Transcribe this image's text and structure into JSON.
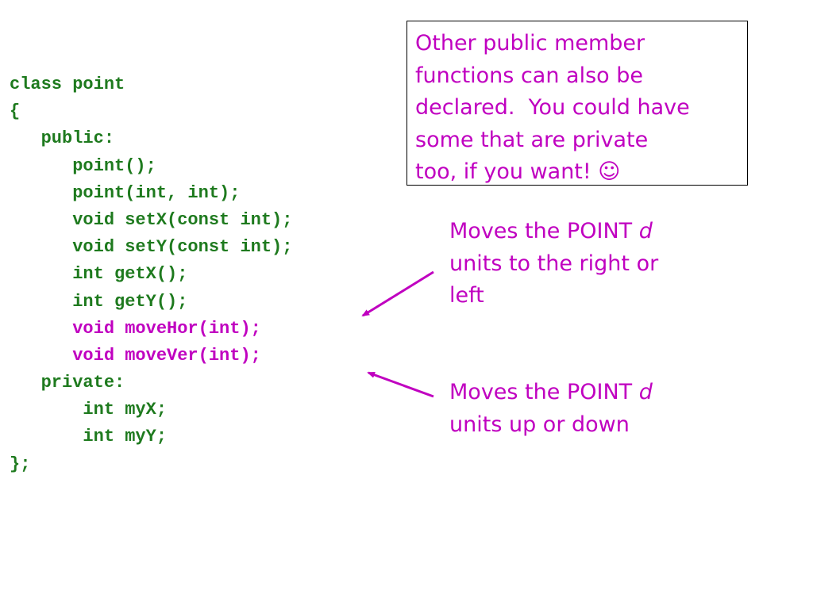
{
  "code": {
    "lines": [
      {
        "text": "class point",
        "highlight": false
      },
      {
        "text": "{",
        "highlight": false
      },
      {
        "text": "   public:",
        "highlight": false
      },
      {
        "text": "      point();",
        "highlight": false
      },
      {
        "text": "      point(int, int);",
        "highlight": false
      },
      {
        "text": "      void setX(const int);",
        "highlight": false
      },
      {
        "text": "      void setY(const int);",
        "highlight": false
      },
      {
        "text": "      int getX();",
        "highlight": false
      },
      {
        "text": "      int getY();",
        "highlight": false
      },
      {
        "text": "      void moveHor(int);",
        "highlight": true
      },
      {
        "text": "      void moveVer(int);",
        "highlight": true
      },
      {
        "text": "   private:",
        "highlight": false
      },
      {
        "text": "       int myX;",
        "highlight": false
      },
      {
        "text": "       int myY;",
        "highlight": false
      },
      {
        "text": "};",
        "highlight": false
      }
    ]
  },
  "note_box": {
    "lines": [
      "Other public member",
      "functions can also be",
      "declared.  You could have",
      "some that are private",
      "too, if you want! ☺"
    ]
  },
  "annotation_horizontal": {
    "line1_prefix": "Moves the POINT ",
    "line1_var": "d",
    "line2": "units to the right or",
    "line3": "left"
  },
  "annotation_vertical": {
    "line1_prefix": "Moves the POINT ",
    "line1_var": "d",
    "line2": "units up or down"
  },
  "colors": {
    "code": "#1e7a1e",
    "highlight": "#c000c0",
    "annotation": "#c000c0",
    "box_border": "#000000"
  }
}
